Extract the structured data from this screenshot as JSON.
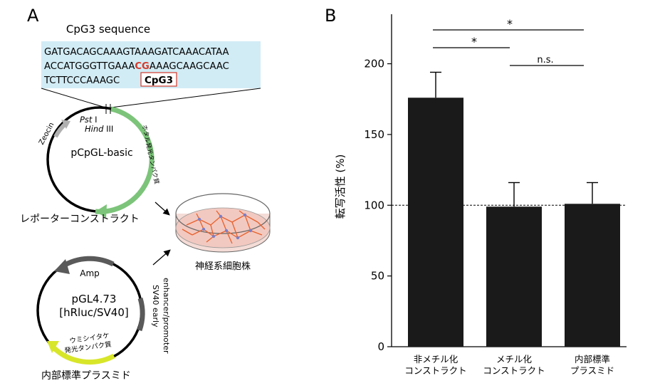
{
  "panel_a": {
    "label": "A",
    "sequence_title": "CpG3 sequence",
    "sequence_line1": "GATGACAGCAAAGTAAAGATCAAACATAA",
    "sequence_line2_pre": "ACCATGGGTTGAAA",
    "sequence_line2_cg": "CG",
    "sequence_line2_post": "AAAGCAAGCAAC",
    "sequence_line3": "TCTTCCCAAAGC",
    "cpg_box_label": "CpG3",
    "site_pst": "Pst",
    "site_pst_suffix": " I",
    "site_hind": "Hind",
    "site_hind_suffix": " III",
    "zeocin_label": "Zeocin",
    "plasmid1_name": "pCpGL-basic",
    "luciferase_label": "ホタル発光タンパク質",
    "reporter_caption": "レポーターコンストラクト",
    "cells_caption": "神経系細胞株",
    "amp_label": "Amp",
    "plasmid2_name_line1": "pGL4.73",
    "plasmid2_name_line2": "[hRluc/SV40]",
    "sv40_line1": "SV40 early",
    "sv40_line2": "enhancer/promoter",
    "renilla_line1": "ウミシイタケ",
    "renilla_line2": "発光タンパク質",
    "control_caption": "内部標準プラスミド",
    "colors": {
      "sequence_bg": "#d2ecf5",
      "cg_red": "#d33a2c",
      "luc_green": "#7cc47a",
      "zeocin_grey": "#b0b0b0",
      "amp_dark": "#5a5a5a",
      "renilla_yellow": "#d8e62a",
      "dish_fill": "#f2c9c0",
      "neuron_orange": "#e8602c"
    }
  },
  "panel_b": {
    "label": "B",
    "sig_star_top": "*",
    "sig_star_mid": "*",
    "sig_ns": "n.s.",
    "chart_data": {
      "type": "bar",
      "categories": [
        [
          "非メチル化",
          "コンストラクト"
        ],
        [
          "メチル化",
          "コンストラクト"
        ],
        [
          "内部標準",
          "プラスミド"
        ]
      ],
      "values": [
        176,
        99,
        101
      ],
      "error_upper": [
        194,
        116,
        116
      ],
      "ylabel": "転写活性 (%)",
      "ylim": [
        0,
        235
      ],
      "yticks": [
        0,
        50,
        100,
        150,
        200
      ],
      "reference_line": 100,
      "grid": false,
      "bar_color": "#1a1a1a"
    }
  }
}
